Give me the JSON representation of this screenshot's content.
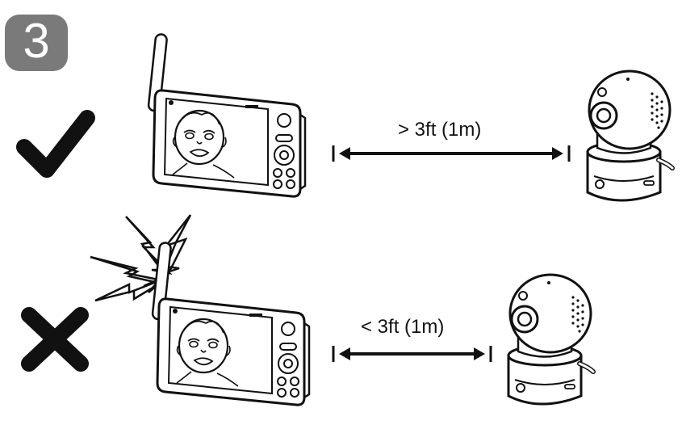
{
  "step": {
    "number": "3"
  },
  "scenario_ok": {
    "distance_label": "> 3ft (1m)",
    "status_icon": "checkmark-icon"
  },
  "scenario_bad": {
    "distance_label": "< 3ft (1m)",
    "status_icon": "cross-icon",
    "interference_icon": "lightning-bolts-icon"
  },
  "colors": {
    "ink": "#111111",
    "badge": "#7a7a7a"
  }
}
